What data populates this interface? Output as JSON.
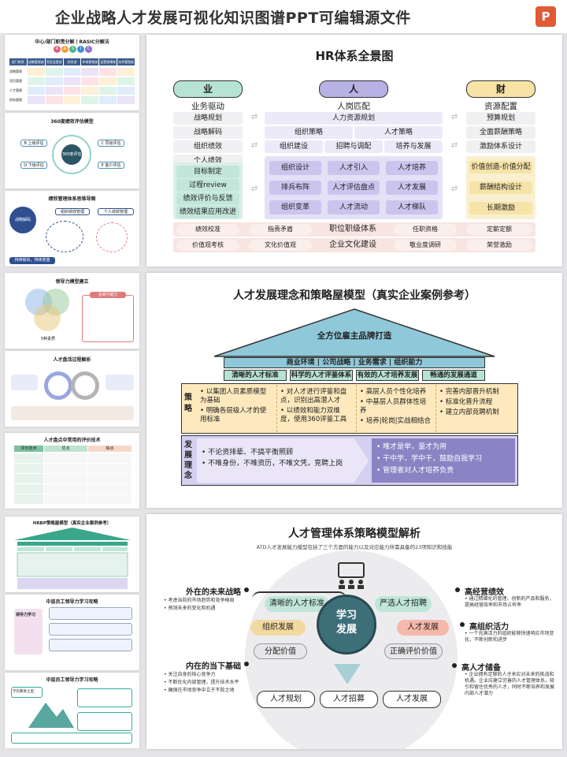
{
  "header": {
    "title": "企业战略人才发展可视化知识图谱PPT可编辑源文件",
    "ppt_icon": "P"
  },
  "thumbs": {
    "t1": {
      "title": "中心/部门职责分解丨RASIC分解法",
      "letters": [
        "R",
        "A",
        "S",
        "I",
        "C"
      ],
      "cols": [
        "部门职责",
        "战略管理部",
        "项目运营部",
        "综合部",
        "市场营销部",
        "运营保障部",
        "技术管理部"
      ],
      "rows": [
        "战略管理",
        "项目管理",
        "人才管理",
        "财务管理"
      ]
    },
    "t2": {
      "title": "360度绩效评估模型",
      "center": "360度评估",
      "items": [
        "B 上级评估",
        "C 同级评估",
        "D 下级评估",
        "E 客户评估"
      ]
    },
    "t3": {
      "title": "绩效管理体系思维导图",
      "root": "战略解码",
      "nodes": [
        "组织绩效管理",
        "个人绩效管理",
        "持续输出，持续复盘"
      ]
    },
    "t4": {
      "title": "领导力模型建立",
      "labels": [
        "业绩与能力",
        "S",
        "5种素质"
      ]
    },
    "t5": {
      "title": "人才盘活过程解析"
    },
    "t6": {
      "title": "人才盘点中常用的评价技术",
      "cols": [
        "评价技术",
        "优点",
        "缺点"
      ]
    },
    "t7": {
      "title": "HRBP策略屋模型（真实企业案例参考）"
    },
    "t8": {
      "title": "中层员工领导力学习攻略",
      "left": "领导力学习"
    },
    "t9": {
      "title": "中层员工领导力学习攻略",
      "left": "学历教育之后"
    }
  },
  "s1": {
    "title": "HR体系全景图",
    "cols": [
      {
        "name": "业",
        "sub": "业务驱动",
        "color": "#b7e3d4"
      },
      {
        "name": "人",
        "sub": "人岗匹配",
        "color": "#b8b1e4"
      },
      {
        "name": "财",
        "sub": "资源配置",
        "color": "#f7e3a6"
      }
    ],
    "ye_items": [
      "战略规划",
      "战略解码",
      "组织绩效",
      "个人绩效"
    ],
    "ye_green": [
      "目标制定",
      "过程review",
      "绩效评价与反馈",
      "绩效结果应用改进"
    ],
    "ren_top": "人力资源规划",
    "ren_row1": [
      "组织策略",
      "人才策略"
    ],
    "ren_row2": [
      "组织建设",
      "招聘与调配",
      "培养与发展"
    ],
    "ren_grid": [
      [
        "组织设计",
        "人才引入",
        "人才培养"
      ],
      [
        "排兵布阵",
        "人才评估盘点",
        "人才发展"
      ],
      [
        "组织变革",
        "人才流动",
        "人才梯队"
      ]
    ],
    "cai_items": [
      "预算规划",
      "全面薪酬策略",
      "激励体系设计"
    ],
    "cai_yellow": [
      "价值创造-价值分配",
      "薪酬结构设计",
      "长期激励"
    ],
    "bottom1": [
      "绩效校准",
      "指责矛盾",
      "职位职级体系",
      "任职资格",
      "定薪定额"
    ],
    "bottom2": [
      "价值观考核",
      "文化价值观",
      "企业文化建设",
      "敬业度调研",
      "荣誉激励"
    ]
  },
  "s2": {
    "title": "人才发展理念和策略屋模型（真实企业案例参考）",
    "roof": "全方位雇主品牌打造",
    "bar": "商业环境 | 公司战略 | 业务需求 | 组织能力",
    "pillars": [
      "清晰的人才标准",
      "科学的人才评鉴体系",
      "有效的人才培养发展",
      "畅通的发展通道"
    ],
    "strategy_label": "策略",
    "strategy": [
      [
        "以集团人员素质模型为基础",
        "明确各层级人才的使用标准"
      ],
      [
        "对人才进行评鉴和盘点，识别出高潜人才",
        "以绩效和能力双维度，使用360评鉴工具"
      ],
      [
        "高层人员个性化培养",
        "中基层人员群体性培养",
        "培养|轮岗|实战相结合"
      ],
      [
        "完善内部晋升机制",
        "标准化晋升流程",
        "建立内部竞聘机制"
      ]
    ],
    "idea_label": "发展理念",
    "idea_left": [
      "不论资排辈、不搞平衡照顾",
      "不唯身份，不唯资历，不唯文凭，竞聘上岗"
    ],
    "idea_right": [
      "唯才是举，量才为用",
      "干中学，学中干，鼓励自我学习",
      "管理者对人才培养负责"
    ]
  },
  "s3": {
    "title": "人才管理体系策略模型解析",
    "subtitle": "ATD人才发展能力模型包括了三个方面的能力以及对应能力所需具备的23项知识和技能",
    "center": [
      "学习",
      "发展"
    ],
    "inner_left": [
      "清晰的人才标准",
      "组织发展",
      "分配价值"
    ],
    "inner_right": [
      "严选人才招聘",
      "人才发展",
      "正确评价价值"
    ],
    "bottom": [
      "人才规划",
      "人才招募",
      "人才发展"
    ],
    "left": [
      {
        "title": "外在的未来战略",
        "items": [
          "考虑当前的市场趋势和竞争格局",
          "预测未来的变化和机遇"
        ]
      },
      {
        "title": "内在的当下基础",
        "items": [
          "关注自身的核心竞争力",
          "不断优化内部管理，提升技术水平",
          "确保在市场竞争中立于不败之地"
        ]
      }
    ],
    "right": [
      {
        "title": "高经营绩效",
        "text": "通过精细化的管理、创新的产品和服务，提高经营效率和市场占有率"
      },
      {
        "title": "高组织活力",
        "text": "一个充满活力的组织能够快速响应市场变化，不断创新和进步"
      },
      {
        "title": "高人才储备",
        "text": "企业拥有足够的人才来应对未来的挑战和机遇。企业应建立完善的人才管理体系，吸引和留住优秀的人才，同时不断培养和发展内部人才潜力"
      }
    ]
  }
}
